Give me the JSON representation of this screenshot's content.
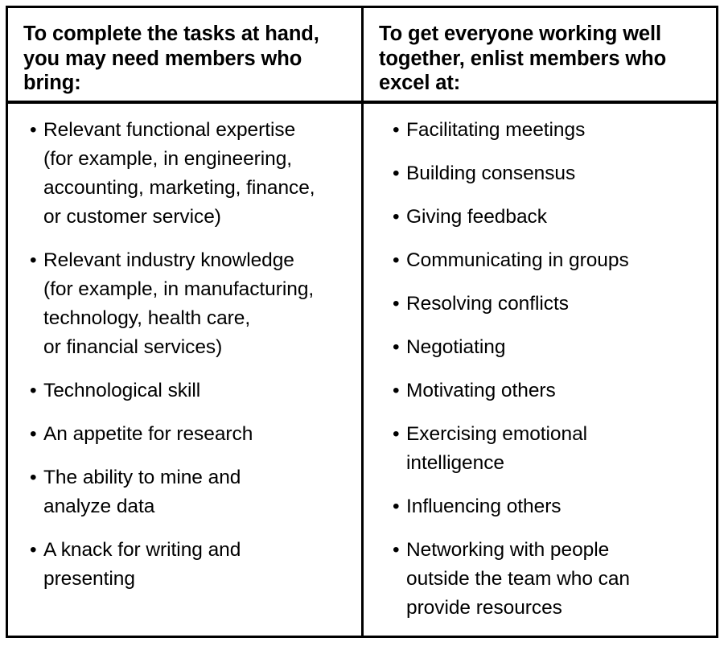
{
  "table": {
    "bullet_glyph": "•",
    "text_color": "#000000",
    "background_color": "#ffffff",
    "border_color": "#000000",
    "columns": [
      {
        "header": "To complete the tasks at hand,\nyou may need members who\nbring:",
        "items": [
          "Relevant functional expertise\n(for example, in engineering,\naccounting, marketing, finance,\nor customer service)",
          "Relevant industry knowledge\n(for example, in manufacturing,\ntechnology, health care,\nor financial services)",
          "Technological skill",
          "An appetite for research",
          "The ability to mine and\nanalyze data",
          "A knack for writing and\npresenting"
        ]
      },
      {
        "header": "To get everyone working well\ntogether, enlist members who\nexcel at:",
        "items": [
          "Facilitating meetings",
          "Building consensus",
          "Giving feedback",
          "Communicating in groups",
          "Resolving conflicts",
          "Negotiating",
          "Motivating others",
          "Exercising emotional\nintelligence",
          "Influencing others",
          "Networking with people\noutside the team who can\nprovide resources"
        ]
      }
    ]
  }
}
